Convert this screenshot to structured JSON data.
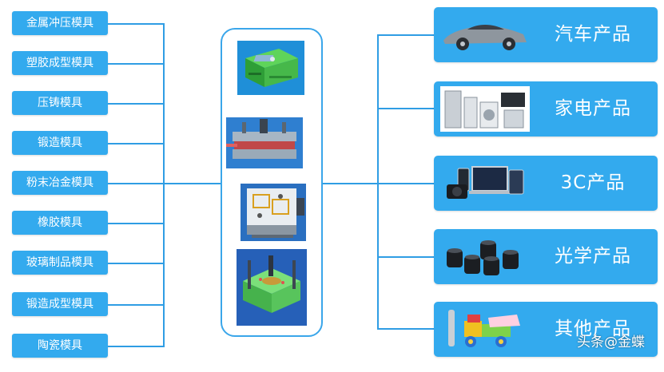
{
  "left_items": [
    {
      "label": "金属冲压模具"
    },
    {
      "label": "塑胶成型模具"
    },
    {
      "label": "压铸模具"
    },
    {
      "label": "锻造模具"
    },
    {
      "label": "粉末冶金模具"
    },
    {
      "label": "橡胶模具"
    },
    {
      "label": "玻璃制品模具"
    },
    {
      "label": "锻造成型模具"
    },
    {
      "label": "陶瓷模具"
    }
  ],
  "center": {
    "images": [
      {
        "icon": "injection-mold-image"
      },
      {
        "icon": "stamping-die-image"
      },
      {
        "icon": "die-casting-mold-image"
      },
      {
        "icon": "multi-cavity-mold-image"
      }
    ]
  },
  "right_items": [
    {
      "label": "汽车产品",
      "icon": "car-image"
    },
    {
      "label": "家电产品",
      "icon": "home-appliances-image"
    },
    {
      "label": "3C产品",
      "icon": "electronics-image"
    },
    {
      "label": "光学产品",
      "icon": "lenses-image"
    },
    {
      "label": "其他产品",
      "icon": "toy-truck-image"
    }
  ],
  "watermark": "头条@金蝶",
  "colors": {
    "box": "#33aaee",
    "line": "#2f9de4",
    "text": "#ffffff"
  }
}
